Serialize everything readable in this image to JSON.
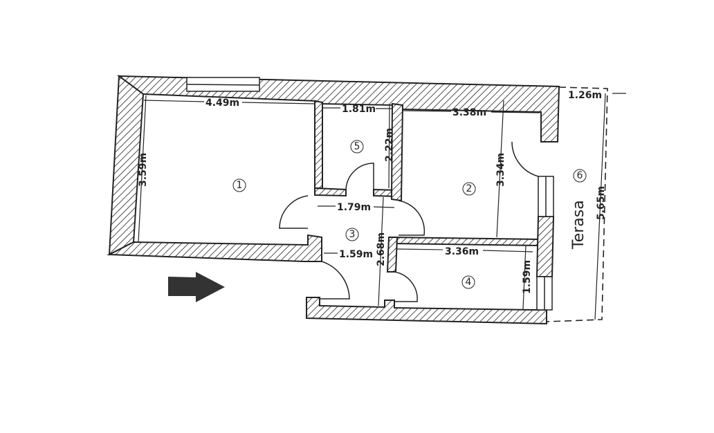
{
  "plan": {
    "rooms": [
      "1",
      "2",
      "3",
      "4",
      "5",
      "6"
    ],
    "terrace_label": "Terasa",
    "dimensions": {
      "room1_width": "4.49m",
      "room1_height": "3.59m",
      "room5_width": "1.81m",
      "room5_height": "2.22m",
      "room2_width": "3.38m",
      "room2_height": "3.34m",
      "hall_width": "1.79m",
      "hall_entry": "1.59m",
      "hall_length": "2.68m",
      "room4_width": "3.36m",
      "room4_height": "1.59m",
      "terrace_width": "1.26m",
      "terrace_length": "5.65m"
    },
    "colors": {
      "ink": "#222222",
      "arrow": "#333333"
    }
  }
}
